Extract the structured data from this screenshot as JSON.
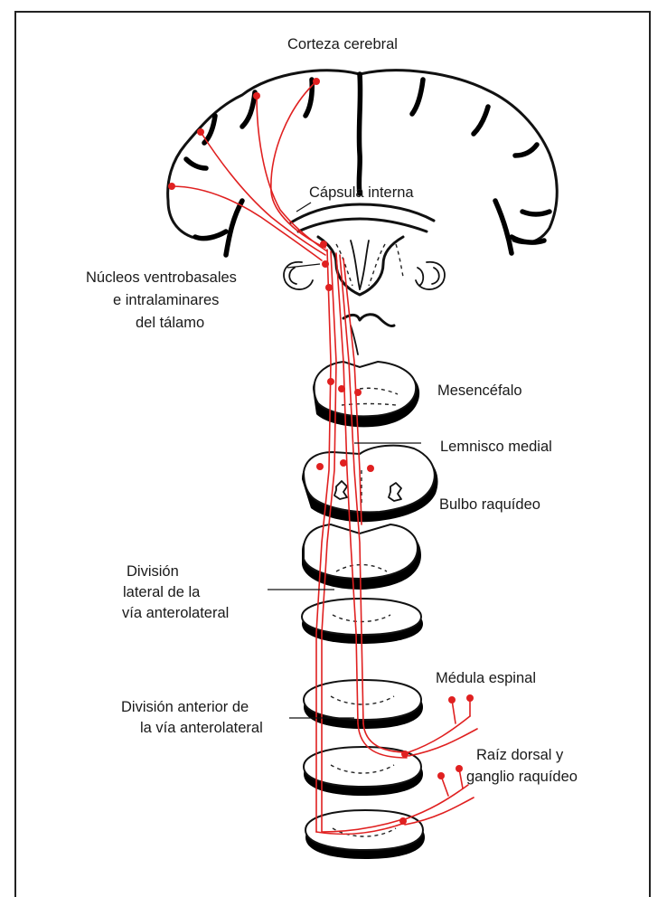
{
  "labels": {
    "cortex": "Corteza cerebral",
    "internal_capsule": "Cápsula interna",
    "thalamus_line1": "Núcleos ventrobasales",
    "thalamus_line2": "e intralaminares",
    "thalamus_line3": "del tálamo",
    "midbrain": "Mesencéfalo",
    "medial_lemniscus": "Lemnisco medial",
    "medulla": "Bulbo raquídeo",
    "lateral_div_line1": "División",
    "lateral_div_line2": "lateral de la",
    "lateral_div_line3": "vía anterolateral",
    "spinal_cord": "Médula espinal",
    "anterior_div_line1": "División anterior de",
    "anterior_div_line2": "la vía anterolateral",
    "dorsal_root_line1": "Raíz dorsal y",
    "dorsal_root_line2": "ganglio raquídeo"
  },
  "colors": {
    "tract": "#e02020",
    "ink": "#111111"
  }
}
